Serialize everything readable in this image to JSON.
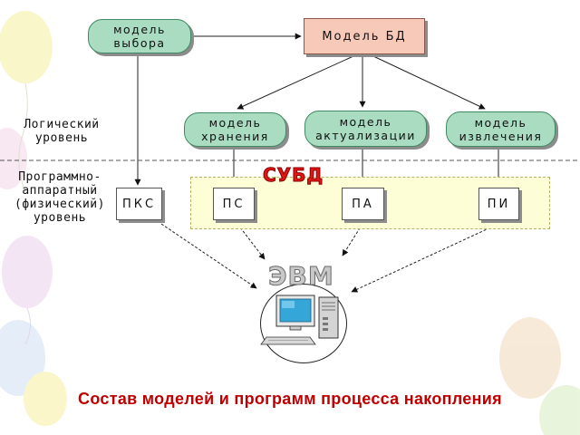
{
  "diagram": {
    "nodes": {
      "selection_model": "модель\nвыбора",
      "db_model": "Модель БД",
      "storage_model": "модель\nхранения",
      "update_model": "модель\nактуализации",
      "retrieval_model": "модель\nизвлечения",
      "pks": "ПКС",
      "ps": "ПС",
      "pa": "ПА",
      "pi": "ПИ"
    },
    "levels": {
      "logical": "Логический\nуровень",
      "physical": "Программно-\nаппаратный\n(физический)\nуровень"
    },
    "groups": {
      "dbms": "СУБД",
      "computer": "ЭВМ"
    },
    "caption": "Состав моделей и программ процесса накопления"
  },
  "icons": {
    "computer": "computer-icon",
    "balloons": "balloon-decoration"
  },
  "colors": {
    "pill_fill": "#a9dcc0",
    "db_fill": "#f7c9b8",
    "dbms_zone": "#fefed6",
    "dbms_title": "#e01515",
    "caption": "#c00000"
  }
}
